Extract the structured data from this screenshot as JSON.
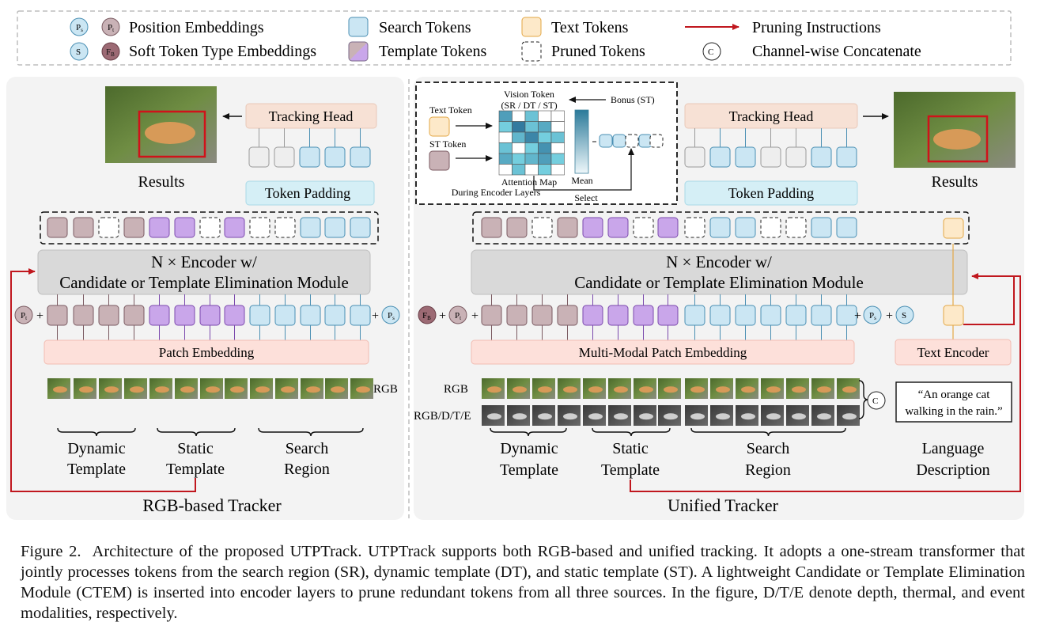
{
  "legend": {
    "p_s": "P",
    "p_s_sub": "s",
    "p_t": "P",
    "p_t_sub": "t",
    "s": "S",
    "f_b": "F",
    "f_b_sub": "B",
    "c": "C",
    "position_embeddings": "Position Embeddings",
    "soft_token_type": "Soft Token Type Embeddings",
    "search_tokens": "Search Tokens",
    "template_tokens": "Template Tokens",
    "text_tokens": "Text Tokens",
    "pruned_tokens": "Pruned Tokens",
    "pruning_instructions": "Pruning Instructions",
    "channel_concat": "Channel-wise Concatenate"
  },
  "left": {
    "tracking_head": "Tracking Head",
    "token_padding": "Token Padding",
    "results": "Results",
    "encoder_line1": "N × Encoder w/",
    "encoder_line2": "Candidate or Template Elimination Module",
    "patch_embedding": "Patch Embedding",
    "rgb": "RGB",
    "dynamic1": "Dynamic",
    "dynamic2": "Template",
    "static1": "Static",
    "static2": "Template",
    "search1": "Search",
    "search2": "Region",
    "title": "RGB-based Tracker"
  },
  "right": {
    "tracking_head": "Tracking Head",
    "token_padding": "Token Padding",
    "results": "Results",
    "encoder_line1": "N × Encoder w/",
    "encoder_line2": "Candidate or Template Elimination Module",
    "patch_embedding": "Multi-Modal Patch Embedding",
    "text_encoder": "Text Encoder",
    "rgb": "RGB",
    "rgbdte": "RGB/D/T/E",
    "quote_line1": "“An orange cat",
    "quote_line2": "walking in the rain.”",
    "dynamic1": "Dynamic",
    "dynamic2": "Template",
    "static1": "Static",
    "static2": "Template",
    "search1": "Search",
    "search2": "Region",
    "lang1": "Language",
    "lang2": "Description",
    "title": "Unified Tracker"
  },
  "inset": {
    "text_token": "Text Token",
    "st_token": "ST Token",
    "vision_token1": "Vision Token",
    "vision_token2": "(SR / DT / ST)",
    "bonus": "Bonus (ST)",
    "attention_map": "Attention Map",
    "during": "During Encoder Layers",
    "mean": "Mean",
    "select": "Select"
  },
  "caption": {
    "label": "Figure 2.",
    "text": "Architecture of the proposed UTPTrack. UTPTrack supports both RGB-based and unified tracking. It adopts a one-stream transformer that jointly processes tokens from the search region (SR), dynamic template (DT), and static template (ST). A lightweight Candidate or Template Elimination Module (CTEM) is inserted into encoder layers to prune redundant tokens from all three sources. In the figure, D/T/E denote depth, thermal, and event modalities, respectively."
  },
  "colors": {
    "search": "#cbe6f3",
    "search_stroke": "#4a8fb3",
    "template": "#c9a6ea",
    "template_stroke": "#7b49ad",
    "dyn": "#c9b2b6",
    "dyn_stroke": "#7a5a61",
    "text_tok": "#fde9c9",
    "text_stroke": "#e3a745",
    "arrow": "#c0171e",
    "panel": "#f3f3f3",
    "encoder": "#d9d9d9",
    "head": "#f7e1d5",
    "padding": "#d5eff6",
    "patch": "#fde0da"
  }
}
